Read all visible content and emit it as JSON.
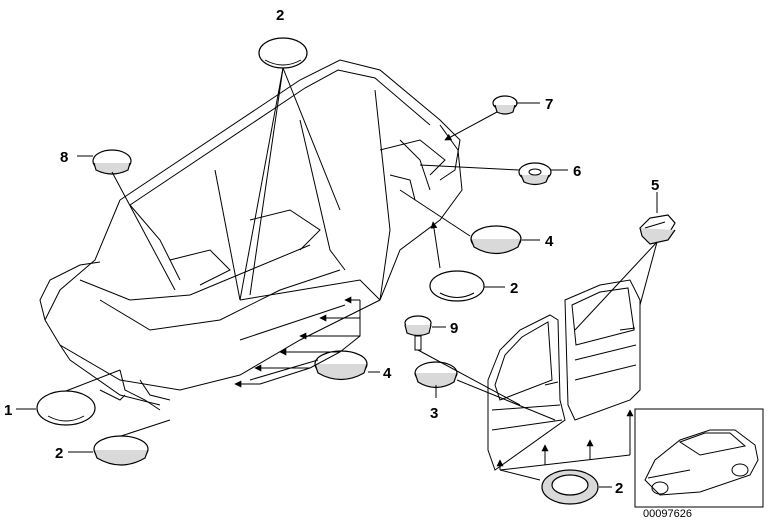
{
  "callouts": {
    "c1": "1",
    "c2_top": "2",
    "c2_mid": "2",
    "c2_bottom_left": "2",
    "c2_bottom_right": "2",
    "c3": "3",
    "c4_right": "4",
    "c4_center": "4",
    "c5": "5",
    "c6": "6",
    "c7": "7",
    "c8": "8",
    "c9": "9"
  },
  "document_number": "00097626",
  "colors": {
    "line": "#000000",
    "part_fill": "#ffffff",
    "part_shade": "#d9d9d9"
  }
}
